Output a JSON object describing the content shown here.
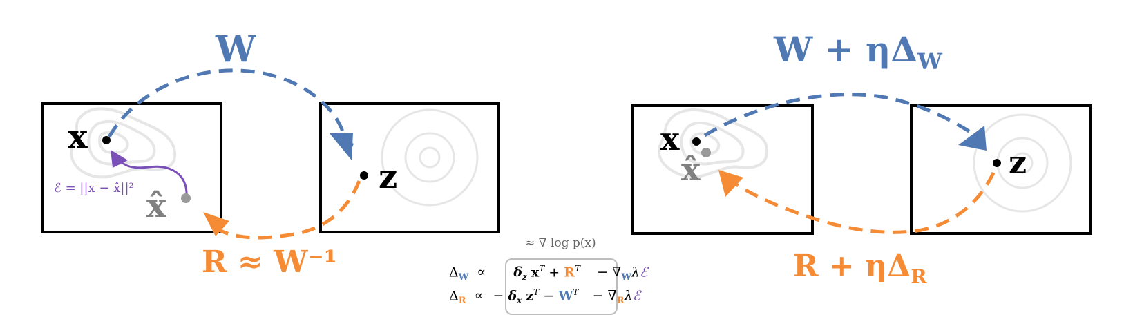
{
  "colors": {
    "blue": "#5079b4",
    "orange": "#f58b35",
    "purple": "#7b4fb8",
    "gray": "#999999",
    "contour": "#e6e6e6",
    "box_border": "#000000"
  },
  "left_panel": {
    "top_label": "W",
    "bottom_label": "R ≈ W⁻¹",
    "x_label": "x",
    "xhat_label": "x̂",
    "z_label": "z",
    "error_label": "ℰ = ||x − x̂||²"
  },
  "right_panel": {
    "top_label_main": "W + ηΔ",
    "top_label_sub": "W",
    "bottom_label_main": "R + ηΔ",
    "bottom_label_sub": "R",
    "x_label": "x",
    "xhat_label": "x̂",
    "z_label": "z"
  },
  "equations": {
    "annotation": "≈ ∇ log p(x)",
    "row1": {
      "lhs": "Δ",
      "lhs_sub": "W",
      "prop": "∝",
      "box_term": "δ_z x^T + ",
      "box_term_a": "δ",
      "box_term_a_sub": "z",
      "box_term_b": "x",
      "box_term_b_sup": "T",
      "box_plus": "+",
      "box_colored": "R",
      "box_colored_sup": "T",
      "tail": "− ∇",
      "tail_sub": "W",
      "tail_lambda": "λ",
      "tail_E": "ℰ"
    },
    "row2": {
      "lhs": "Δ",
      "lhs_sub": "R",
      "prop": "∝",
      "box_minus": "−",
      "box_term_a": "δ",
      "box_term_a_sub": "x",
      "box_term_b": "z",
      "box_term_b_sup": "T",
      "box_minus2": "−",
      "box_colored": "W",
      "box_colored_sup": "T",
      "tail": "− ∇",
      "tail_sub": "R",
      "tail_lambda": "λ",
      "tail_E": "ℰ"
    }
  }
}
